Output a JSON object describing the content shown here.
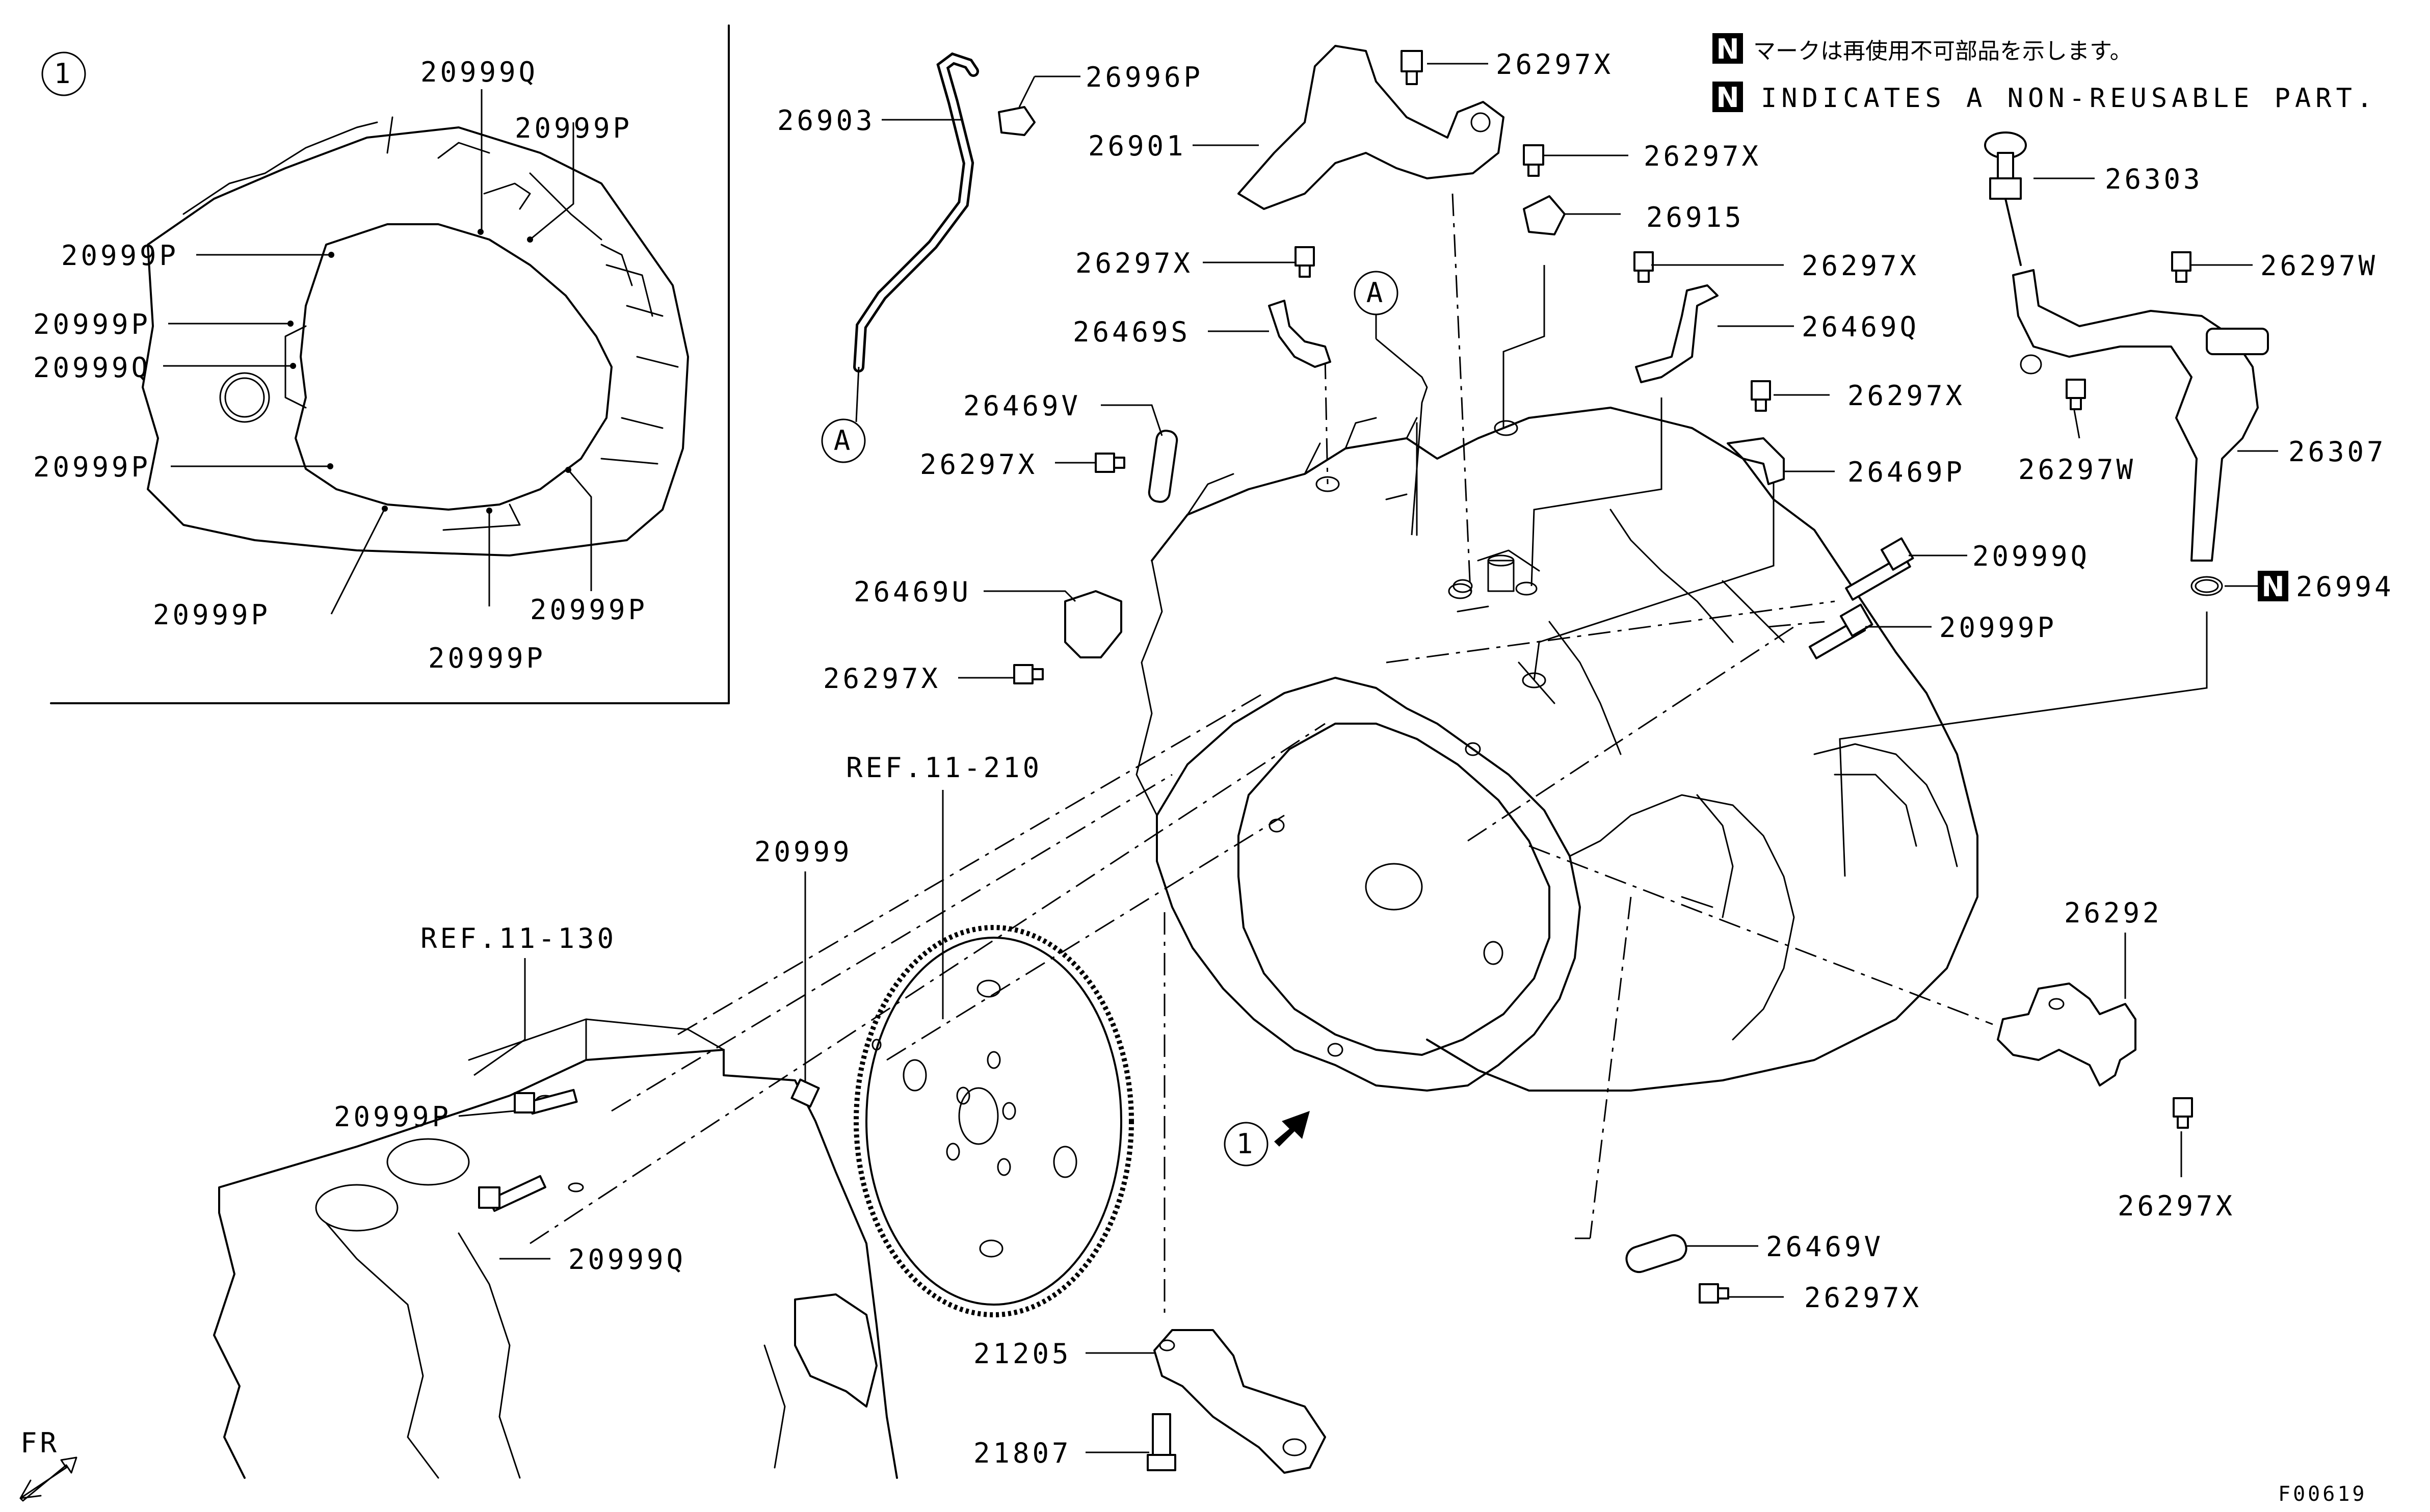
{
  "notes": {
    "jp": "マークは再使用不可部品を示します。",
    "en": "INDICATES A NON-REUSABLE PART.",
    "badge": "N"
  },
  "inset": {
    "marker": "1",
    "labels": {
      "q_top": "20999Q",
      "p_top": "20999P",
      "p_left1": "20999P",
      "p_left2": "20999P",
      "q_left": "20999Q",
      "p_left3": "20999P",
      "p_bottom_left": "20999P",
      "p_bottom_mid": "20999P",
      "p_bottom_right": "20999P"
    }
  },
  "callouts": {
    "c26903": "26903",
    "c26996P": "26996P",
    "c26901": "26901",
    "c26297X_a": "26297X",
    "c26297X_b": "26297X",
    "c26915": "26915",
    "c26297X_c": "26297X",
    "c26469S": "26469S",
    "c26297X_d": "26297X",
    "c26469Q": "26469Q",
    "c26469V_top": "26469V",
    "c26297X_e": "26297X",
    "c26297X_f": "26297X",
    "c26469P": "26469P",
    "c26469U": "26469U",
    "c26297X_g": "26297X",
    "c20999Q_r": "20999Q",
    "c20999P_r": "20999P",
    "c26303": "26303",
    "c26297W_a": "26297W",
    "c26297W_b": "26297W",
    "c26307": "26307",
    "c26994": "26994",
    "ref_11_210": "REF.11-210",
    "c20999": "20999",
    "ref_11_130": "REF.11-130",
    "c20999P_l": "20999P",
    "c20999Q_l": "20999Q",
    "c26292": "26292",
    "c26297X_h": "26297X",
    "c26469V_bot": "26469V",
    "c26297X_i": "26297X",
    "c21205": "21205",
    "c21807": "21807",
    "marker_1": "1",
    "marker_A_left": "A",
    "marker_A_mid": "A",
    "fr": "FR",
    "figure_id": "F00619"
  }
}
